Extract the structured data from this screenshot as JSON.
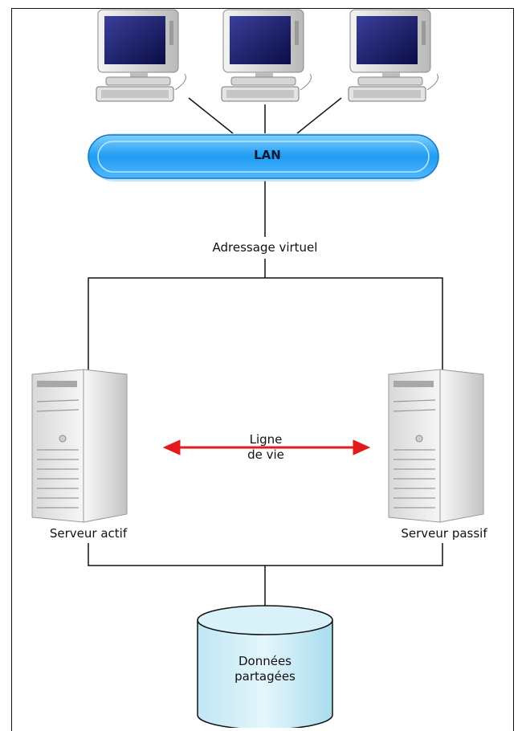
{
  "diagram": {
    "lan_label": "LAN",
    "virtual_address_label": "Adressage virtuel",
    "heartbeat_label_line1": "Ligne",
    "heartbeat_label_line2": "de vie",
    "active_server_label": "Serveur actif",
    "passive_server_label": "Serveur passif",
    "storage_label_line1": "Données",
    "storage_label_line2": "partagées"
  },
  "colors": {
    "lan_blue": "#1f9bf0",
    "heartbeat_red": "#e21b1b",
    "storage_cyan": "#c9ecf6",
    "line_black": "#111111"
  },
  "icons": [
    "computer-icon",
    "computer-icon",
    "computer-icon",
    "server-tower-icon",
    "server-tower-icon",
    "database-cylinder-icon"
  ]
}
